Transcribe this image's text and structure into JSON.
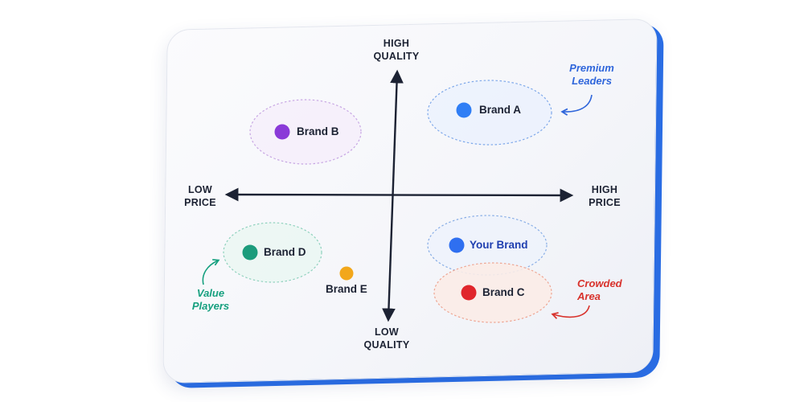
{
  "axes": {
    "top": [
      "HIGH",
      "QUALITY"
    ],
    "bottom": [
      "LOW",
      "QUALITY"
    ],
    "left": [
      "LOW",
      "PRICE"
    ],
    "right": [
      "HIGH",
      "PRICE"
    ]
  },
  "brands": {
    "a": {
      "label": "Brand A",
      "color": "#2f7ef5"
    },
    "b": {
      "label": "Brand B",
      "color": "#8a3ad8"
    },
    "c": {
      "label": "Brand C",
      "color": "#e0262c"
    },
    "d": {
      "label": "Brand D",
      "color": "#1c9c7c"
    },
    "e": {
      "label": "Brand E",
      "color": "#f2a71b"
    },
    "yours": {
      "label": "Your Brand",
      "color": "#2f6ff0"
    }
  },
  "annotations": {
    "premium": [
      "Premium",
      "Leaders"
    ],
    "crowded": [
      "Crowded",
      "Area"
    ],
    "value": [
      "Value",
      "Players"
    ]
  },
  "colors": {
    "axis": "#1c2233",
    "card_edge": "#2a6fe8",
    "premium_note": "#2f66db",
    "crowded_note": "#d8322c",
    "value_note": "#16a07f"
  }
}
